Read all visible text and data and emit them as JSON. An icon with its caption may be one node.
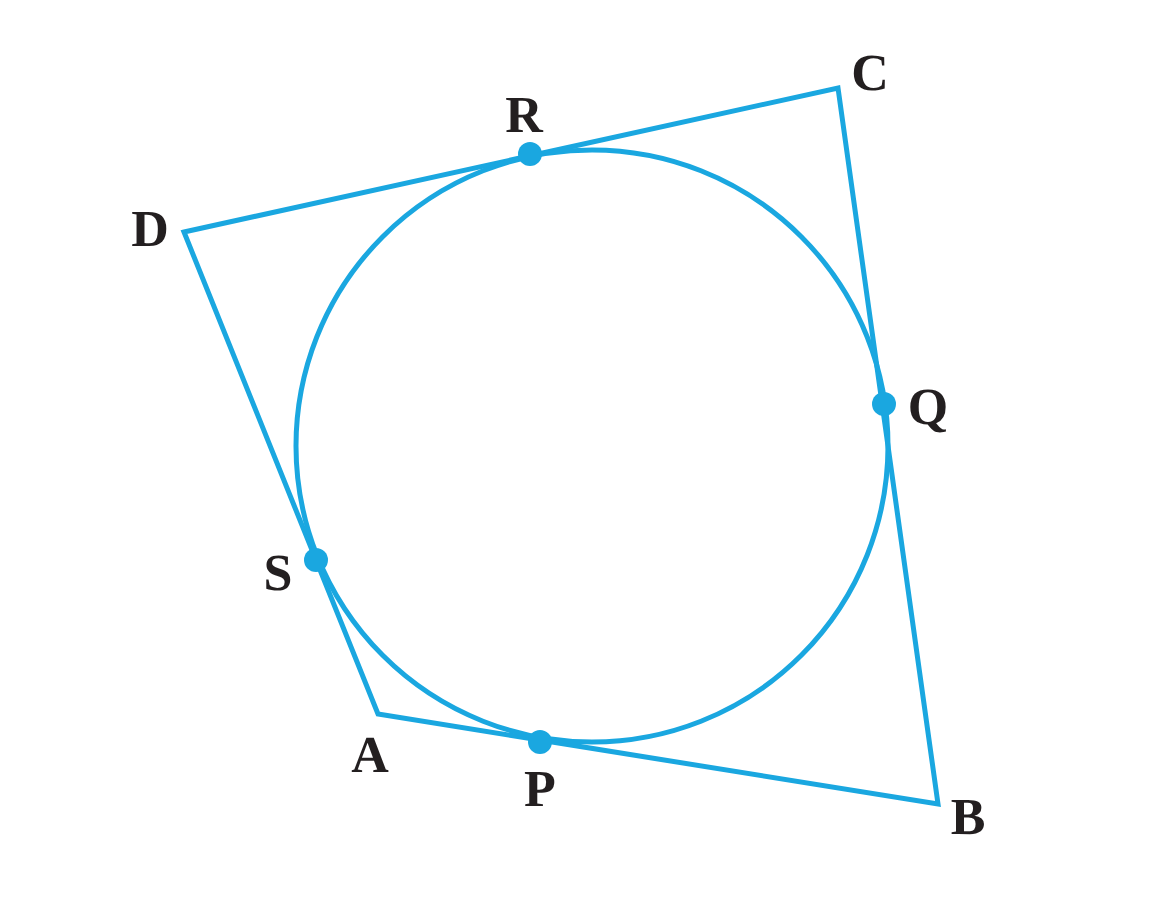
{
  "diagram": {
    "labels": [
      "R",
      "C",
      "D",
      "Q",
      "S",
      "A",
      "P",
      "B"
    ]
  }
}
